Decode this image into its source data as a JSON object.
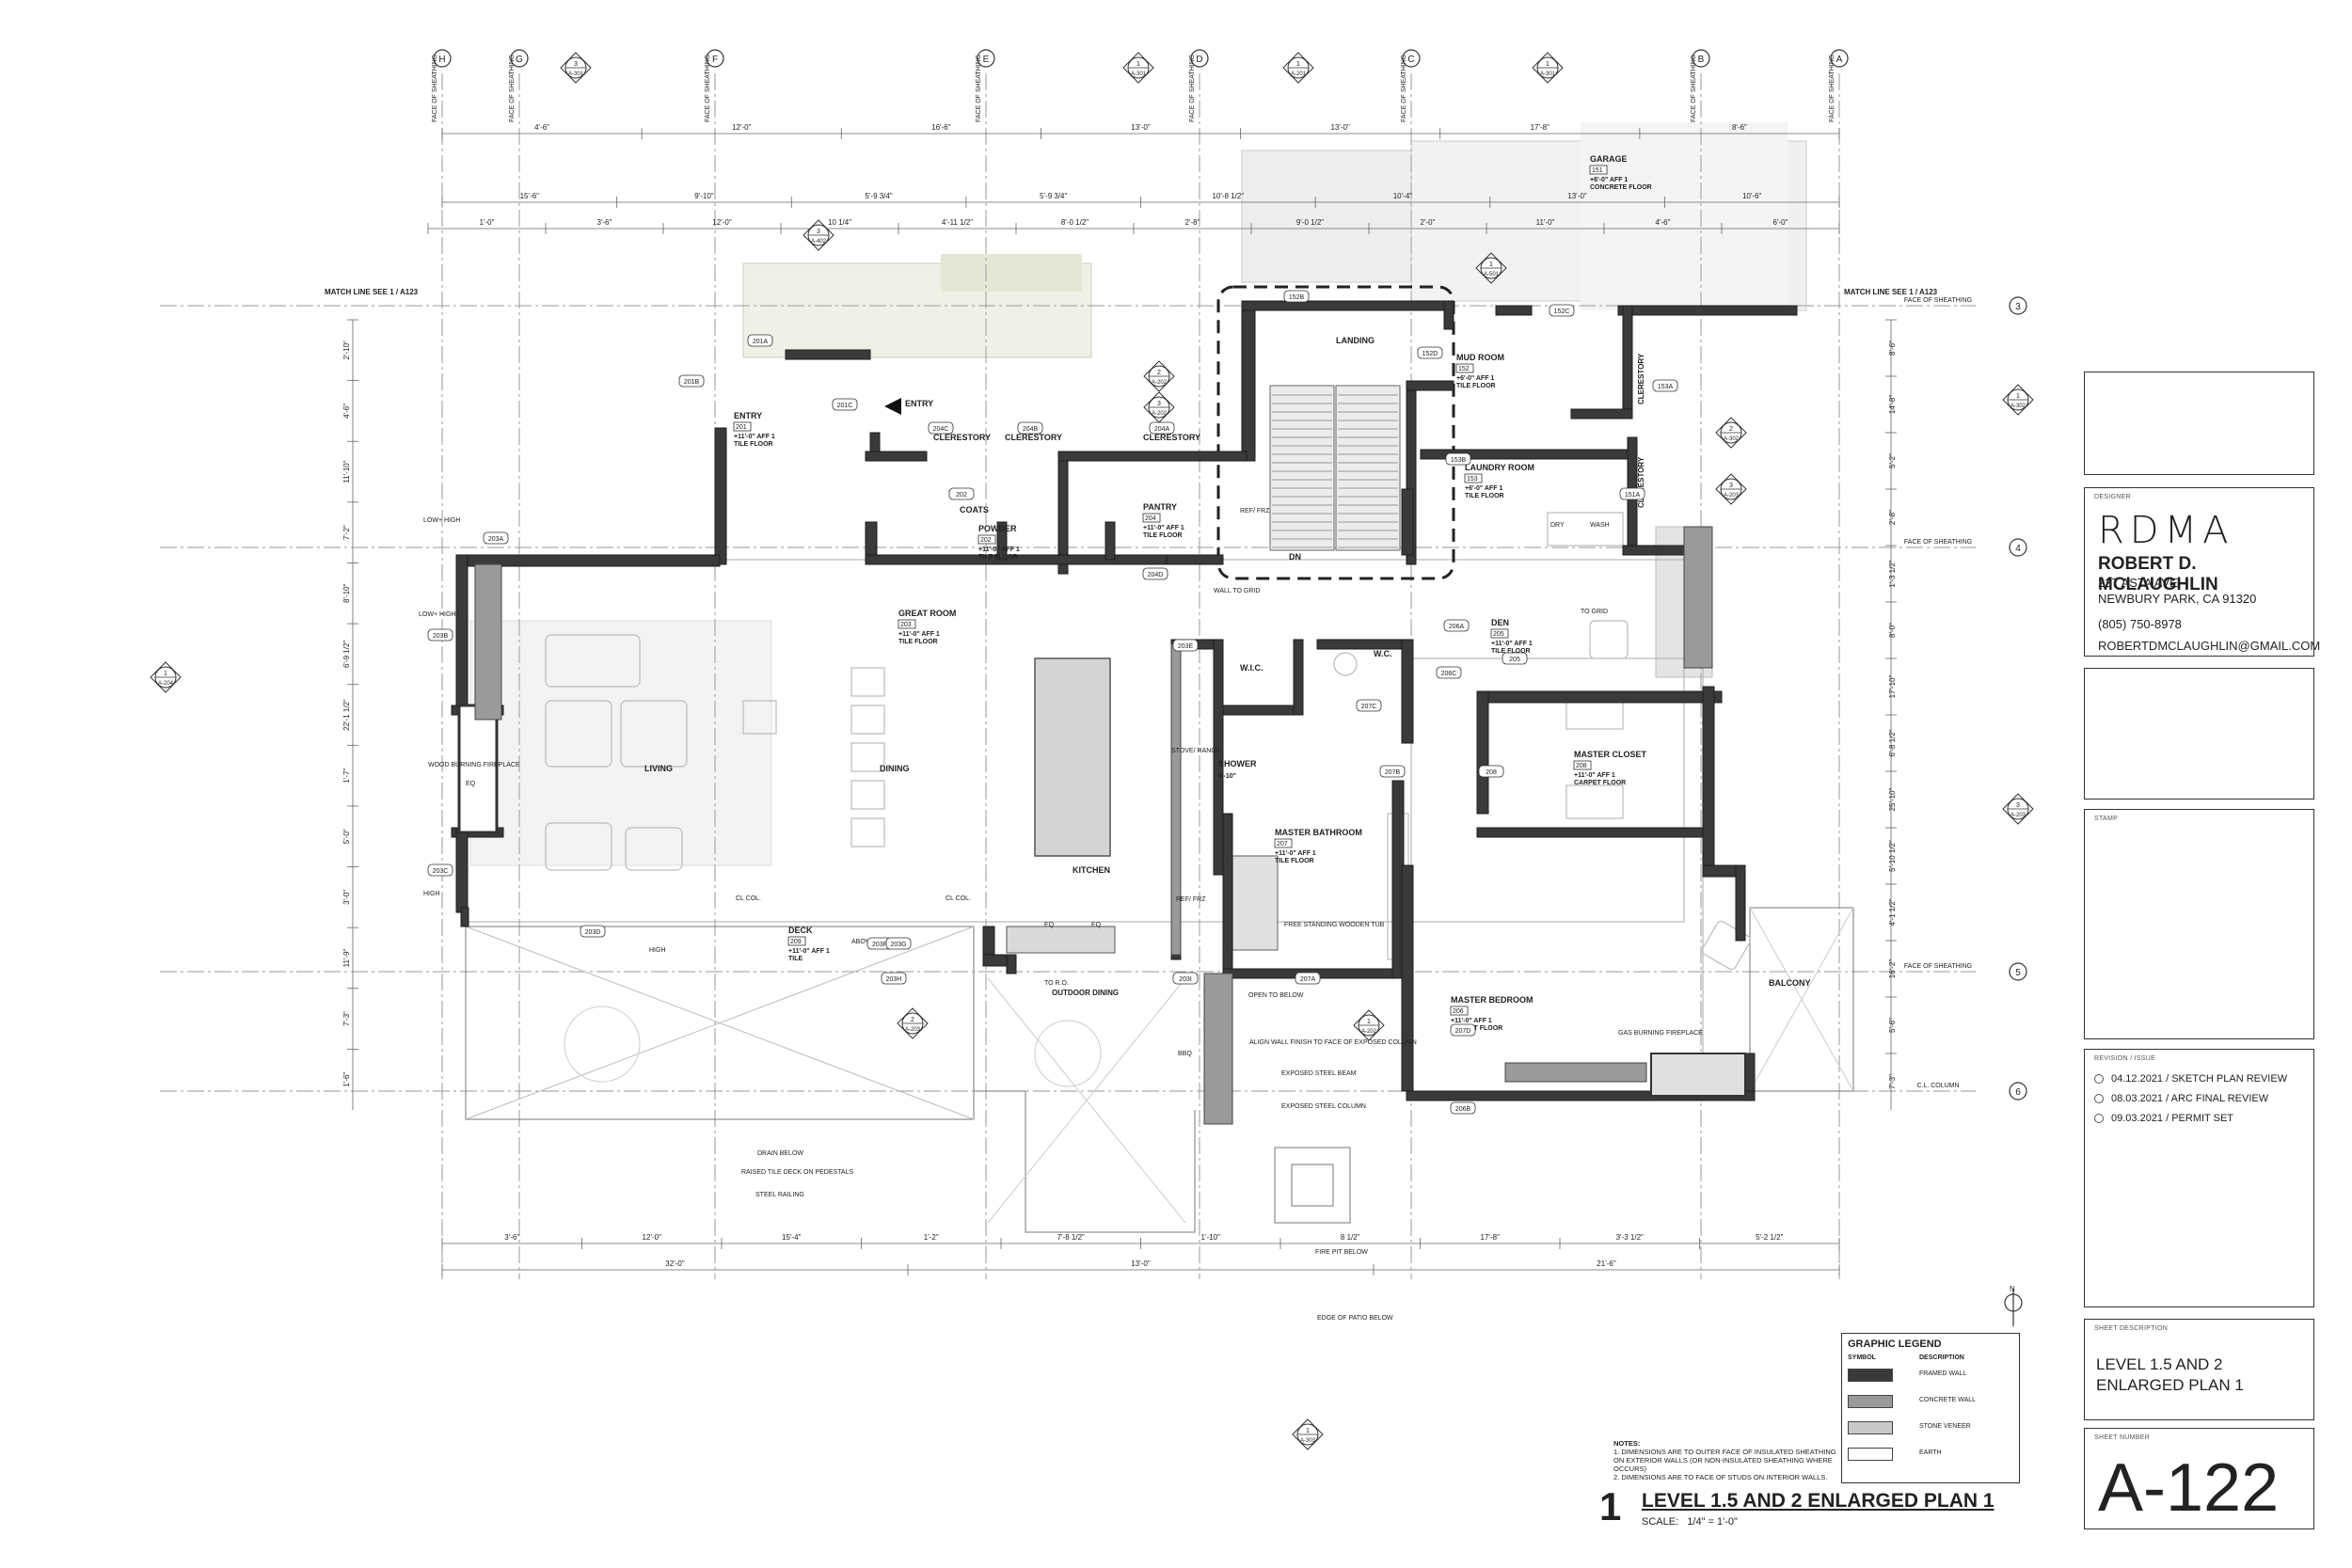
{
  "grid": {
    "columns": [
      "H",
      "G",
      "F",
      "E",
      "D",
      "C",
      "B",
      "A"
    ],
    "rows": [
      "3",
      "4",
      "5",
      "6"
    ],
    "face_of_sheathing": "FACE OF SHEATHING",
    "cl_column": "C.L. COLUMN"
  },
  "dimensions": {
    "top_row1": [
      "4'-6\"",
      "12'-0\"",
      "16'-6\"",
      "13'-0\"",
      "13'-0\"",
      "17'-8\"",
      "8'-6\""
    ],
    "top_row2": [
      "15'-6\"",
      "9'-10\"",
      "5'-9 3/4\"",
      "5'-9 3/4\"",
      "10'-8 1/2\"",
      "10'-4\"",
      "13'-0\"",
      "10'-6\""
    ],
    "top_row3": [
      "1'-0\"",
      "3'-6\"",
      "12'-0\"",
      "10 1/4\"",
      "4'-11 1/2\"",
      "8'-0 1/2\"",
      "2'-8\"",
      "9'-0 1/2\"",
      "2'-0\"",
      "11'-0\"",
      "4'-6\"",
      "6'-0\""
    ],
    "bottom_row1": [
      "3'-6\"",
      "12'-0\"",
      "15'-4\"",
      "1'-2\"",
      "7'-8 1/2\"",
      "1'-10\"",
      "8 1/2\"",
      "17'-8\"",
      "3'-3 1/2\"",
      "5'-2 1/2\""
    ],
    "bottom_row2": [
      "32'-0\"",
      "13'-0\"",
      "21'-6\""
    ],
    "left": [
      "2'-10\"",
      "4'-6\"",
      "11'-10\"",
      "7'-2\"",
      "8'-10\"",
      "6'-9 1/2\"",
      "22'-1 1/2\"",
      "1'-7\"",
      "5'-0\"",
      "3'-0\"",
      "11'-9\"",
      "7'-3\"",
      "1'-6\""
    ],
    "right": [
      "8'-6\"",
      "14'-8\"",
      "5'-2\"",
      "2'-8\"",
      "1'-3 1/2\"",
      "8'-0\"",
      "17'-10\"",
      "6'-8 1/2\"",
      "25'-10\"",
      "5'-10 1/2\"",
      "4'-1 1/2\"",
      "16'-2\"",
      "5'-6\"",
      "7'-3\""
    ]
  },
  "match_line": "MATCH LINE SEE 1 / A123",
  "rooms": [
    {
      "name": "GARAGE",
      "num": "151",
      "spec": "+6'-0\" AFF 1",
      "finish": "CONCRETE FLOOR"
    },
    {
      "name": "LANDING",
      "num": "",
      "spec": "",
      "finish": ""
    },
    {
      "name": "MUD ROOM",
      "num": "152",
      "spec": "+6'-0\" AFF 1",
      "finish": "TILE FLOOR"
    },
    {
      "name": "LAUNDRY ROOM",
      "num": "153",
      "spec": "+6'-0\" AFF 1",
      "finish": "TILE FLOOR"
    },
    {
      "name": "ENTRY",
      "num": "201",
      "spec": "+11'-0\" AFF 1",
      "finish": "TILE FLOOR"
    },
    {
      "name": "COATS",
      "num": "",
      "spec": "",
      "finish": ""
    },
    {
      "name": "POWDER",
      "num": "202",
      "spec": "+11'-0\" AFF 1",
      "finish": "TILE FLOOR"
    },
    {
      "name": "PANTRY",
      "num": "204",
      "spec": "+11'-0\" AFF 1",
      "finish": "TILE FLOOR"
    },
    {
      "name": "GREAT ROOM",
      "num": "203",
      "spec": "+11'-0\" AFF 1",
      "finish": "TILE FLOOR"
    },
    {
      "name": "DEN",
      "num": "205",
      "spec": "+11'-0\" AFF 1",
      "finish": "TILE FLOOR"
    },
    {
      "name": "W.I.C.",
      "num": "",
      "spec": "",
      "finish": ""
    },
    {
      "name": "W.C.",
      "num": "",
      "spec": "",
      "finish": ""
    },
    {
      "name": "SHOWER",
      "num": "",
      "spec": "5'-10\"",
      "finish": ""
    },
    {
      "name": "MASTER CLOSET",
      "num": "208",
      "spec": "+11'-0\" AFF 1",
      "finish": "CARPET FLOOR"
    },
    {
      "name": "MASTER BATHROOM",
      "num": "207",
      "spec": "+11'-0\" AFF 1",
      "finish": "TILE FLOOR"
    },
    {
      "name": "DECK",
      "num": "209",
      "spec": "+11'-0\" AFF 1",
      "finish": "TILE"
    },
    {
      "name": "MASTER BEDROOM",
      "num": "206",
      "spec": "+11'-0\" AFF 1",
      "finish": "CARPET FLOOR"
    },
    {
      "name": "BALCONY",
      "num": "",
      "spec": "",
      "finish": ""
    }
  ],
  "labels": {
    "living": "LIVING",
    "dining": "DINING",
    "kitchen": "KITCHEN",
    "outdoor_dining": "OUTDOOR DINING",
    "entry_arrow": "ENTRY",
    "clerestory": "CLERESTORY",
    "dn": "DN",
    "ref_frz": "REF/ FRZ",
    "stove": "STOVE/ RANGE",
    "dry": "DRY",
    "wash": "WASH",
    "bbq": "BBQ",
    "eq": "EQ",
    "wood_fireplace": "WOOD BURNING FIREPLACE",
    "gas_fireplace": "GAS BURNING FIREPLACE",
    "wall_to_grid": "WALL TO GRID",
    "to_grid": "TO GRID",
    "cl_col": "CL COL.",
    "to_ro": "TO R.O.",
    "above": "ABOVE",
    "high": "HIGH",
    "low_high": "LOW+ HIGH",
    "free_tub": "FREE STANDING WOODEN TUB",
    "open_below": "OPEN TO BELOW",
    "align_wall": "ALIGN WALL FINISH TO FACE OF EXPOSED COLUMN",
    "exposed_beam": "EXPOSED STEEL BEAM",
    "exposed_column": "EXPOSED STEEL COLUMN",
    "drain_below": "DRAIN BELOW",
    "raised_deck": "RAISED TILE DECK ON PEDESTALS",
    "steel_railing": "STEEL RAILING",
    "fire_pit": "FIRE PIT BELOW",
    "edge_patio": "EDGE OF PATIO BELOW"
  },
  "door_tags": [
    "152B",
    "152C",
    "152D",
    "153A",
    "153B",
    "151A",
    "201A",
    "201B",
    "201C",
    "204A",
    "204B",
    "204C",
    "204D",
    "202",
    "203A",
    "203B",
    "203C",
    "203D",
    "203E",
    "203F",
    "203G",
    "203H",
    "203I",
    "205",
    "206A",
    "206B",
    "206C",
    "207A",
    "207B",
    "207C",
    "207D",
    "208"
  ],
  "section_refs": [
    {
      "num": "3",
      "sheet": "A-301"
    },
    {
      "num": "1",
      "sheet": "A-301"
    },
    {
      "num": "1",
      "sheet": "A-201"
    },
    {
      "num": "1",
      "sheet": "A-301"
    },
    {
      "num": "3",
      "sheet": "A-402"
    },
    {
      "num": "1",
      "sheet": "A-501"
    },
    {
      "num": "2",
      "sheet": "A-202"
    },
    {
      "num": "3",
      "sheet": "A-202"
    },
    {
      "num": "1",
      "sheet": "A-302"
    },
    {
      "num": "2",
      "sheet": "A-302"
    },
    {
      "num": "1",
      "sheet": "A-204"
    },
    {
      "num": "2",
      "sheet": "A-203"
    },
    {
      "num": "3",
      "sheet": "A-203"
    },
    {
      "num": "3",
      "sheet": "A-203"
    },
    {
      "num": "1",
      "sheet": "A-202"
    },
    {
      "num": "1",
      "sheet": "A-303"
    }
  ],
  "legend": {
    "title": "GRAPHIC LEGEND",
    "col_symbol": "SYMBOL",
    "col_desc": "DESCRIPTION",
    "items": [
      {
        "label": "FRAMED WALL",
        "color": "#3a3a3a"
      },
      {
        "label": "CONCRETE WALL",
        "color": "#9a9a9a"
      },
      {
        "label": "STONE VENEER",
        "color": "#c8c8c8"
      },
      {
        "label": "EARTH",
        "color": "#ffffff"
      }
    ]
  },
  "notes": {
    "heading": "NOTES:",
    "items": [
      "1.   DIMENSIONS ARE TO OUTER FACE OF INSULATED SHEATHING ON EXTERIOR WALLS (OR NON-INSULATED SHEATHING WHERE OCCURS)",
      "2.   DIMENSIONS ARE TO FACE OF STUDS ON INTERIOR WALLS."
    ]
  },
  "drawing_title": {
    "number": "1",
    "title": "LEVEL 1.5 AND 2 ENLARGED PLAN 1",
    "scale_label": "SCALE:",
    "scale": "1/4\" = 1'-0\""
  },
  "title_block": {
    "designer_cap": "DESIGNER",
    "logo": "RDMA",
    "firm": "ROBERT D. MCLAUGHLIN",
    "address1": "227 ASTA AVE.",
    "address2": "NEWBURY PARK, CA 91320",
    "phone": "(805) 750-8978",
    "email": "ROBERTDMCLAUGHLIN@GMAIL.COM",
    "stamp_cap": "STAMP",
    "revision_cap": "REVISION / ISSUE",
    "revisions": [
      "04.12.2021 / SKETCH PLAN REVIEW",
      "08.03.2021 / ARC FINAL REVIEW",
      "09.03.2021 / PERMIT SET"
    ],
    "desc_cap": "SHEET DESCRIPTION",
    "desc_line1": "LEVEL 1.5 AND 2",
    "desc_line2": "ENLARGED PLAN 1",
    "number_cap": "SHEET NUMBER",
    "sheet_number": "A-122"
  },
  "colors": {
    "framed_wall": "#3a3a3a",
    "concrete_wall": "#9a9a9a",
    "landscape": "#e8ecdf",
    "grid": "#8a8a8a"
  }
}
